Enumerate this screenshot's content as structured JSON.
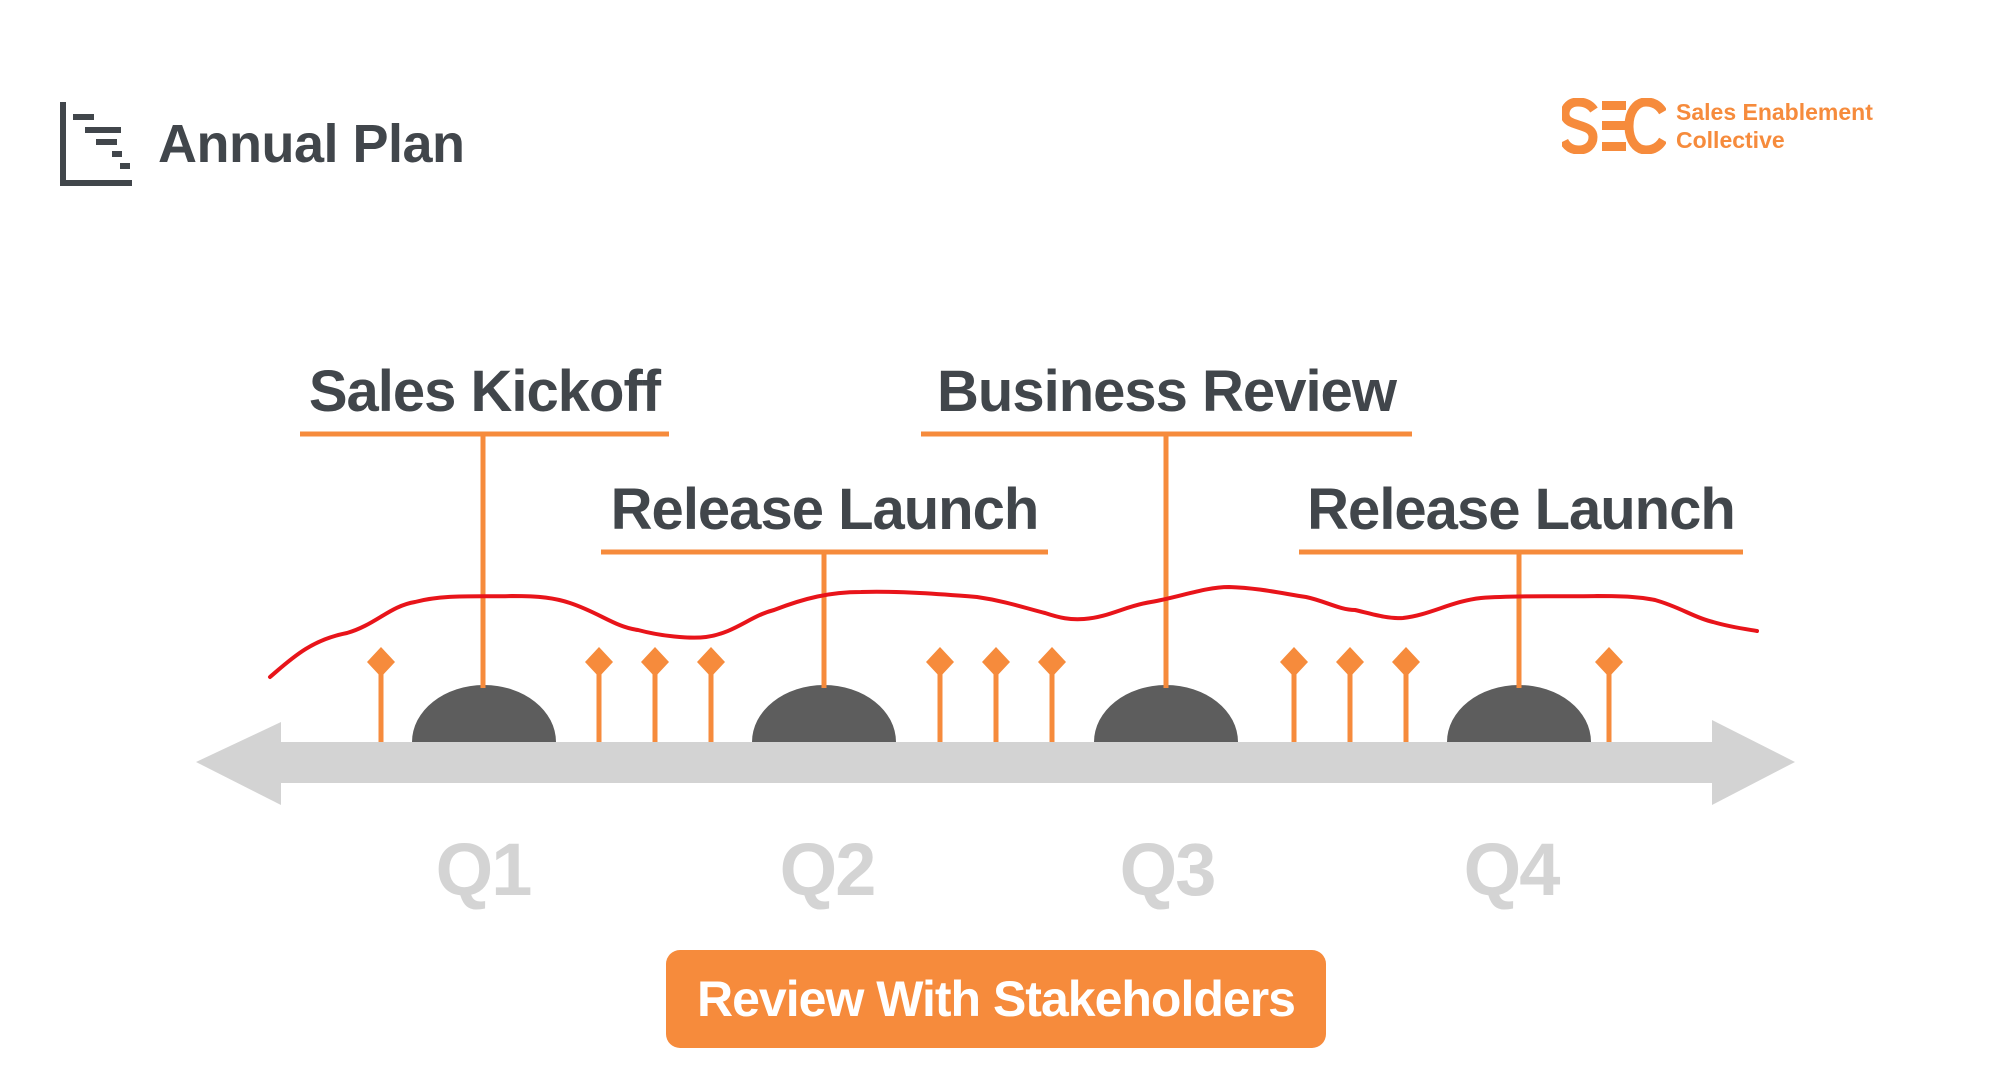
{
  "header": {
    "title": "Annual Plan",
    "title_icon": "gantt-chart-icon"
  },
  "logo": {
    "mark": "SEC",
    "line1": "Sales Enablement",
    "line2": "Collective",
    "color": "#f68b3c"
  },
  "timeline": {
    "milestones": [
      {
        "label": "Sales Kickoff",
        "quarter": "Q1"
      },
      {
        "label": "Release Launch",
        "quarter": "Q2"
      },
      {
        "label": "Business Review",
        "quarter": "Q3"
      },
      {
        "label": "Release Launch",
        "quarter": "Q4"
      }
    ],
    "quarters": [
      "Q1",
      "Q2",
      "Q3",
      "Q4"
    ],
    "markers_per_gap": [
      1,
      3,
      3,
      3,
      1
    ],
    "colors": {
      "accent": "#f68b3c",
      "milestone_dome": "#5d5d5d",
      "axis": "#d3d3d3",
      "trend_line": "#e8141a",
      "label_text": "#41464b",
      "quarter_text": "#d4d4d4"
    }
  },
  "cta": {
    "label": "Review With Stakeholders"
  }
}
